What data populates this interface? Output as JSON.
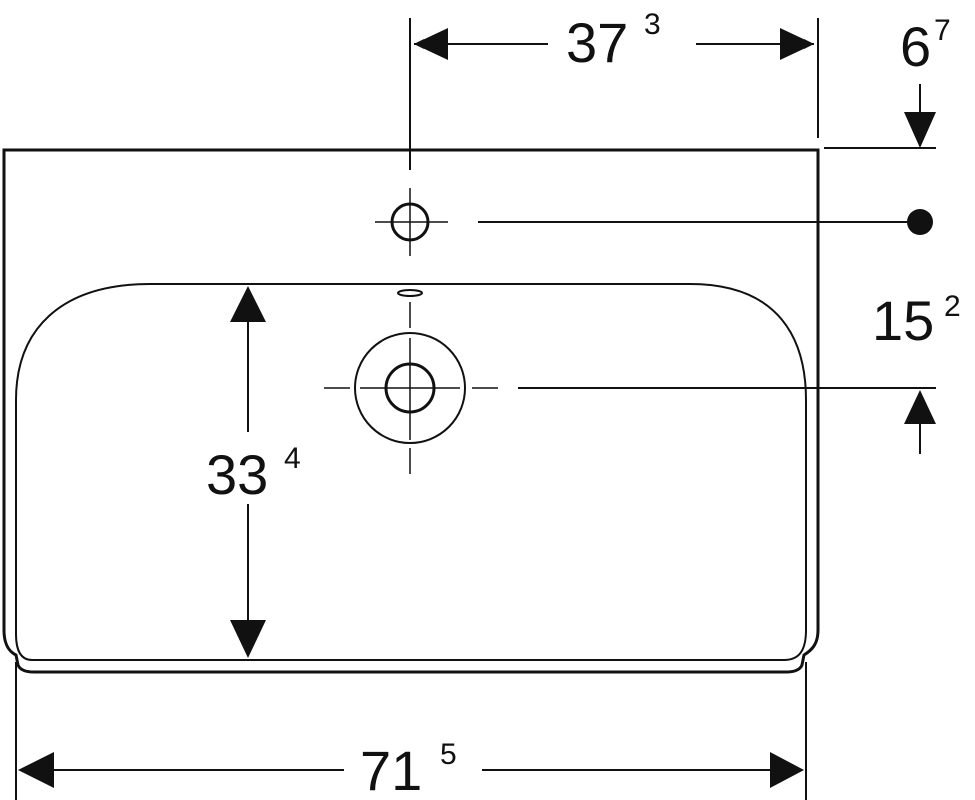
{
  "dimensions": {
    "tap_hole_offset": {
      "whole": "37",
      "sup": "3"
    },
    "top_offset": {
      "whole": "6",
      "sup": "7"
    },
    "tap_to_drain": {
      "whole": "15",
      "sup": "2"
    },
    "bowl_depth": {
      "whole": "33",
      "sup": "4"
    },
    "total_width": {
      "whole": "71",
      "sup": "5"
    }
  },
  "colors": {
    "line": "#111111",
    "background": "#ffffff"
  }
}
